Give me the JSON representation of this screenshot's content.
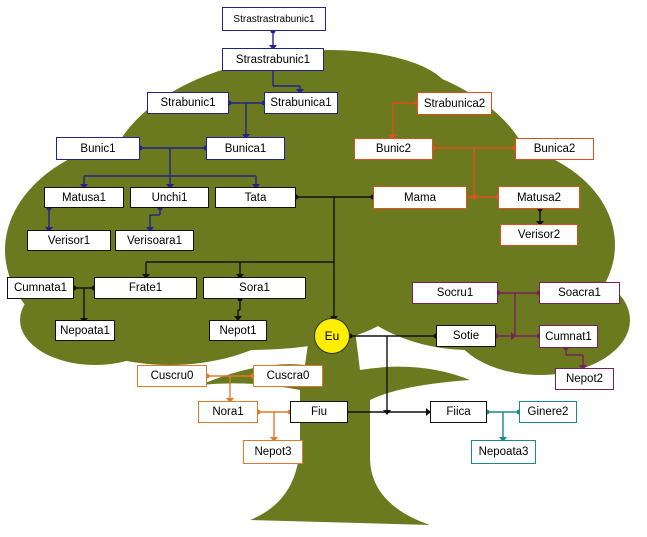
{
  "colors": {
    "tree": "#6b7a1e",
    "navy": "#23238c",
    "black": "#111111",
    "orange_red": "#e0501a",
    "purple": "#7a1f5a",
    "orange": "#e07a2a",
    "teal": "#1a8a8a",
    "self": "#ffee00"
  },
  "nodes": {
    "strastrastrabunic1": "Strastrastrabunic1",
    "strastrabunic1": "Strastrabunic1",
    "strabunic1": "Strabunic1",
    "strabunica1": "Strabunica1",
    "bunic1": "Bunic1",
    "bunica1": "Bunica1",
    "matusa1": "Matusa1",
    "unchi1": "Unchi1",
    "tata": "Tata",
    "verisor1": "Verisor1",
    "verisoara1": "Verisoara1",
    "strabunica2": "Strabunica2",
    "bunic2": "Bunic2",
    "bunica2": "Bunica2",
    "mama": "Mama",
    "matusa2": "Matusa2",
    "verisor2": "Verisor2",
    "cumnata1": "Cumnata1",
    "frate1": "Frate1",
    "sora1": "Sora1",
    "nepoata1": "Nepoata1",
    "nepot1": "Nepot1",
    "eu": "Eu",
    "socru1": "Socru1",
    "soacra1": "Soacra1",
    "sotie": "Sotie",
    "cumnat1": "Cumnat1",
    "nepot2": "Nepot2",
    "cuscru0": "Cuscru0",
    "cuscra0": "Cuscra0",
    "nora1": "Nora1",
    "fiu": "Fiu",
    "nepot3": "Nepot3",
    "fiica": "Fiica",
    "ginere2": "Ginere2",
    "nepoata3": "Nepoata3"
  }
}
